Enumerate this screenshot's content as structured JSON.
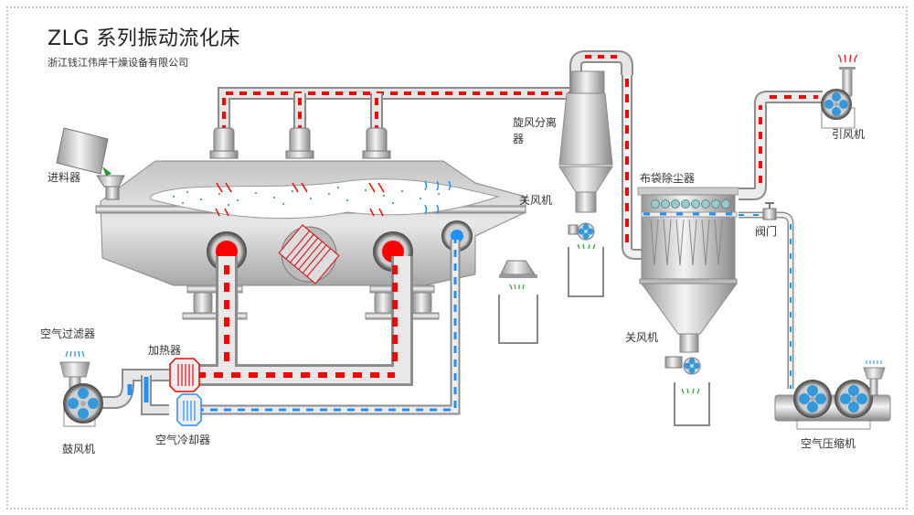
{
  "header": {
    "title": "ZLG 系列振动流化床",
    "subtitle": "浙江钱江伟岸干燥设备有限公司"
  },
  "labels": {
    "feeder": "进料器",
    "cyclone_line1": "旋风分离",
    "cyclone_line2": "器",
    "rotary_valve_main": "关风机",
    "bag_filter": "布袋除尘器",
    "valve": "阀门",
    "induced_fan": "引风机",
    "air_filter": "空气过滤器",
    "heater": "加热器",
    "blower": "鼓风机",
    "air_cooler": "空气冷却器",
    "rotary_valve_filter": "关风机",
    "air_compressor": "空气压缩机"
  },
  "colors": {
    "hot_air": "#ff0000",
    "cold_air": "#1e90ff",
    "product": "#2ea02e",
    "pipe": "#c9c9c9",
    "pipe_edge": "#8c8c8c",
    "fan_blade": "#3399dd"
  }
}
